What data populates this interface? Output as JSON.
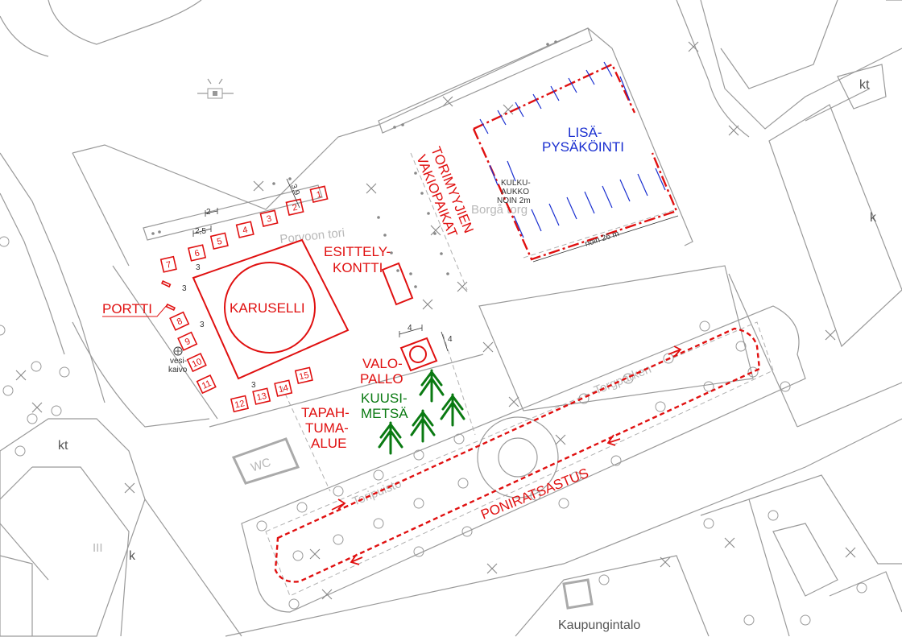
{
  "labels": {
    "karuselli": "KARUSELLI",
    "portti": "PORTTI",
    "esittely_1": "ESITTELY-",
    "esittely_2": "KONTTI",
    "lisa_1": "LISÄ-",
    "lisa_2": "PYSÄKÖINTI",
    "torimyyjien_1": "TORIMYYJIEN",
    "torimyyjien_2": "VAKIOPAIKAT",
    "valopallo_1": "VALO-",
    "valopallo_2": "PALLO",
    "kuusimetsa_1": "KUUSI-",
    "kuusimetsa_2": "METSÄ",
    "tapahtuma_1": "TAPAH-",
    "tapahtuma_2": "TUMA-",
    "tapahtuma_3": "ALUE",
    "poniratsastus": "PONIRATSASTUS",
    "kulkuaukko_1": "KULKU-",
    "kulkuaukko_2": "AUKKO",
    "kulkuaukko_3": "NOIN 2m",
    "noin26": "noin 26 m",
    "vesikaivo_1": "vesi-",
    "vesikaivo_2": "kaivo",
    "wc": "WC",
    "kaupungintalo": "Kaupungintalo"
  },
  "street_names": {
    "borga_torg": "Borgå torg",
    "porvoon_tori": "Porvoon tori",
    "torgparken": "Torgparken",
    "toripuisto": "Toripuisto"
  },
  "building_codes": {
    "kt_1": "kt",
    "kt_2": "kt",
    "k_1": "k",
    "k_2": "k",
    "iii": "III"
  },
  "dimensions": {
    "d_2": "2",
    "d_2_5": "2,5",
    "d_3_9": "3,9",
    "d_3": "3",
    "d_4": "4"
  },
  "stalls": {
    "top_row": [
      "7",
      "6",
      "5",
      "4",
      "3",
      "2",
      "1"
    ],
    "left_col": [
      "8",
      "9",
      "10",
      "11"
    ],
    "bottom_row": [
      "12",
      "13",
      "14",
      "15"
    ]
  },
  "colors": {
    "event_red": "#e01010",
    "parking_blue": "#1a2fd0",
    "tree_green": "#0a7a12",
    "base_gray": "#9a9a9a"
  }
}
